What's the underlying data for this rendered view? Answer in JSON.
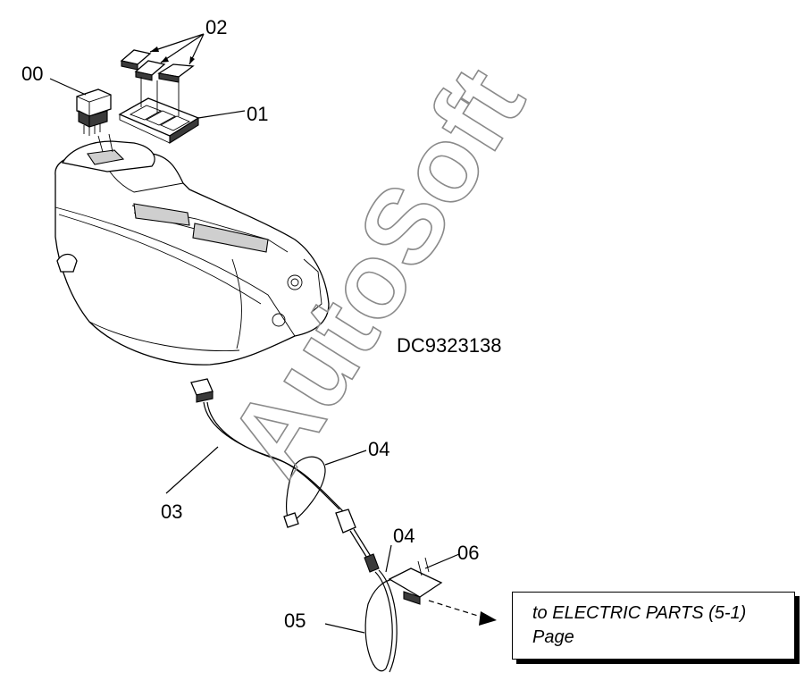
{
  "labels": {
    "p00": "00",
    "p01": "01",
    "p02": "02",
    "p03": "03",
    "p04a": "04",
    "p04b": "04",
    "p05": "05",
    "p06": "06"
  },
  "drawing_code": "DC9323138",
  "watermark": "AutoSoft",
  "note": "to ELECTRIC PARTS (5-1)\nPage"
}
